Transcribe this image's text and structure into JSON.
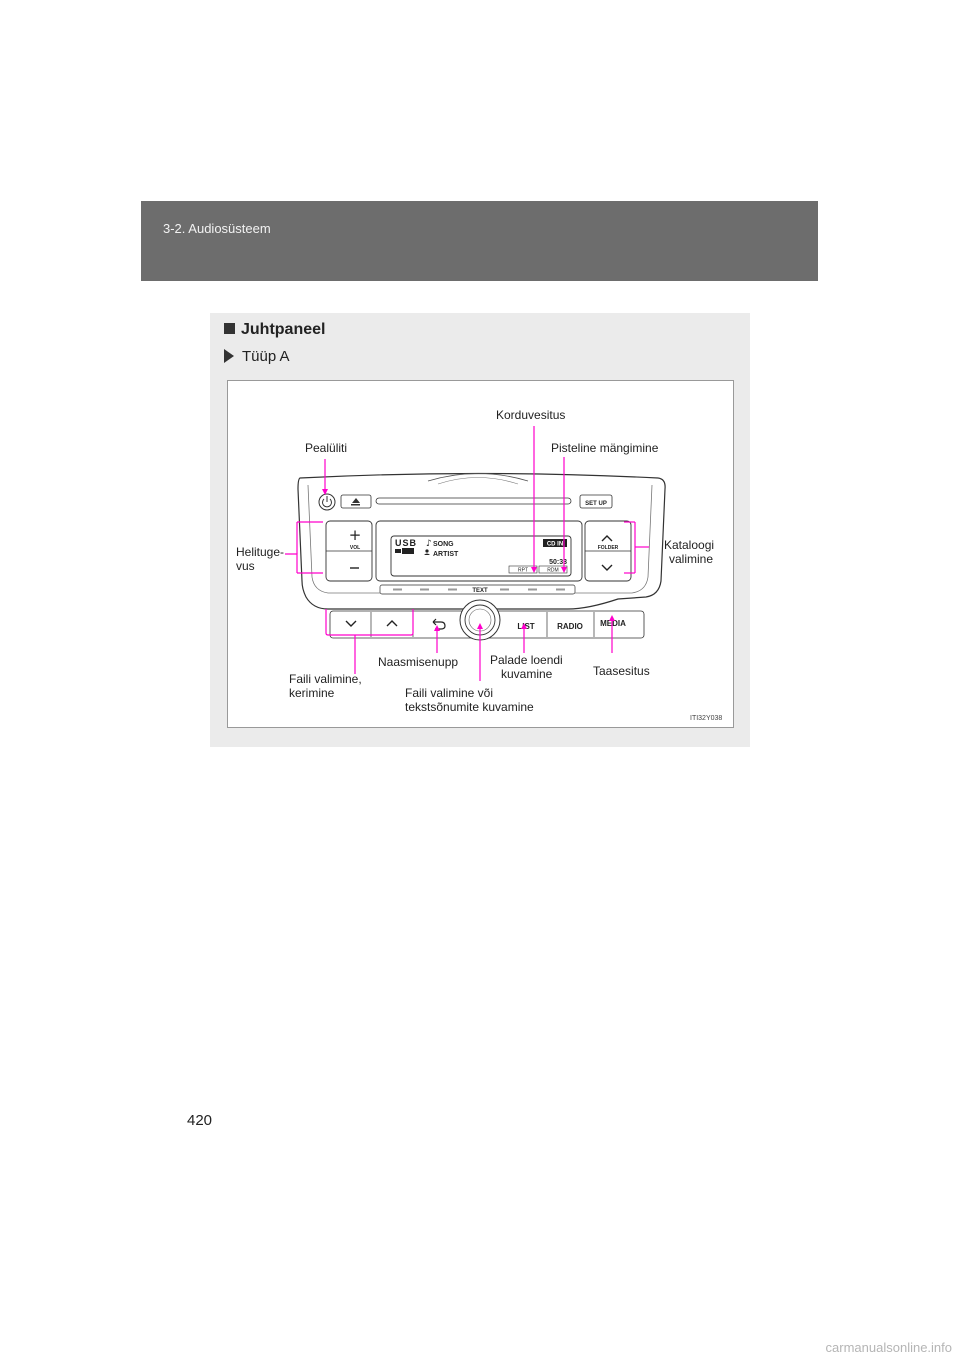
{
  "header": {
    "section": "3-2. Audiosüsteem"
  },
  "section": {
    "title": "Juhtpaneel",
    "subtitle": "Tüüp A"
  },
  "panel": {
    "buttons": {
      "setup": "SET UP",
      "vol": "VOL",
      "folder": "FOLDER",
      "text": "TEXT",
      "list": "LIST",
      "radio": "RADIO",
      "media": "MEDIA"
    },
    "display": {
      "usb": "USB",
      "song": "SONG",
      "artist": "ARTIST",
      "cd_in": "CD IN",
      "time": "50:33",
      "rpt": "RPT",
      "rdm": "RDM"
    }
  },
  "callouts": {
    "korduvesitus": "Korduvesitus",
    "pealuliti": "Pealüliti",
    "pisteline": "Pisteline mängimine",
    "helituge_1": "Helituge-",
    "helituge_2": "vus",
    "kataloogi_1": "Kataloogi",
    "kataloogi_2": "valimine",
    "naasmisenupp": "Naasmisenupp",
    "palade_1": "Palade loendi",
    "palade_2": "kuvamine",
    "taasesitus": "Taasesitus",
    "faili_1": "Faili valimine,",
    "faili_2": "kerimine",
    "faili_voi_1": "Faili valimine või",
    "faili_voi_2": "tekstsõnumite kuvamine"
  },
  "figure_id": "ITI32Y038",
  "page_number": "420",
  "footer": "carmanualsonline.info"
}
